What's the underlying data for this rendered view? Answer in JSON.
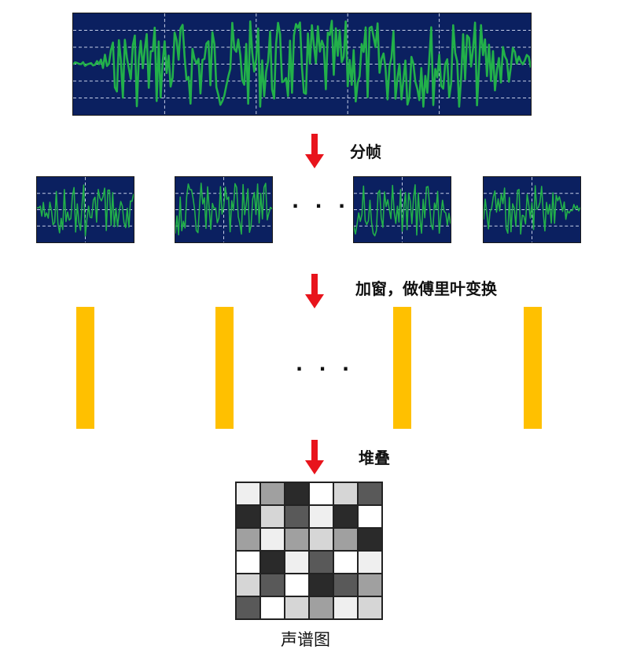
{
  "labels": {
    "framing": "分帧",
    "window_fft": "加窗，做傅里叶变换",
    "stack": "堆叠",
    "spectrogram": "声谱图",
    "ellipsis": "· · ·"
  },
  "colors": {
    "panel_bg": "#0b2060",
    "wave": "#22b04a",
    "grid_line": "#c7cfe8",
    "arrow": "#e8141c",
    "bar": "#ffc000"
  },
  "spectrogram_grid": [
    [
      "#efefef",
      "#a0a0a0",
      "#2a2a2a",
      "#ffffff",
      "#d6d6d6",
      "#595959"
    ],
    [
      "#2a2a2a",
      "#d6d6d6",
      "#595959",
      "#efefef",
      "#2a2a2a",
      "#ffffff"
    ],
    [
      "#a0a0a0",
      "#efefef",
      "#a0a0a0",
      "#d6d6d6",
      "#a0a0a0",
      "#2a2a2a"
    ],
    [
      "#ffffff",
      "#2a2a2a",
      "#efefef",
      "#595959",
      "#ffffff",
      "#efefef"
    ],
    [
      "#d6d6d6",
      "#595959",
      "#ffffff",
      "#2a2a2a",
      "#595959",
      "#a0a0a0"
    ],
    [
      "#595959",
      "#ffffff",
      "#d6d6d6",
      "#a0a0a0",
      "#efefef",
      "#d6d6d6"
    ]
  ]
}
